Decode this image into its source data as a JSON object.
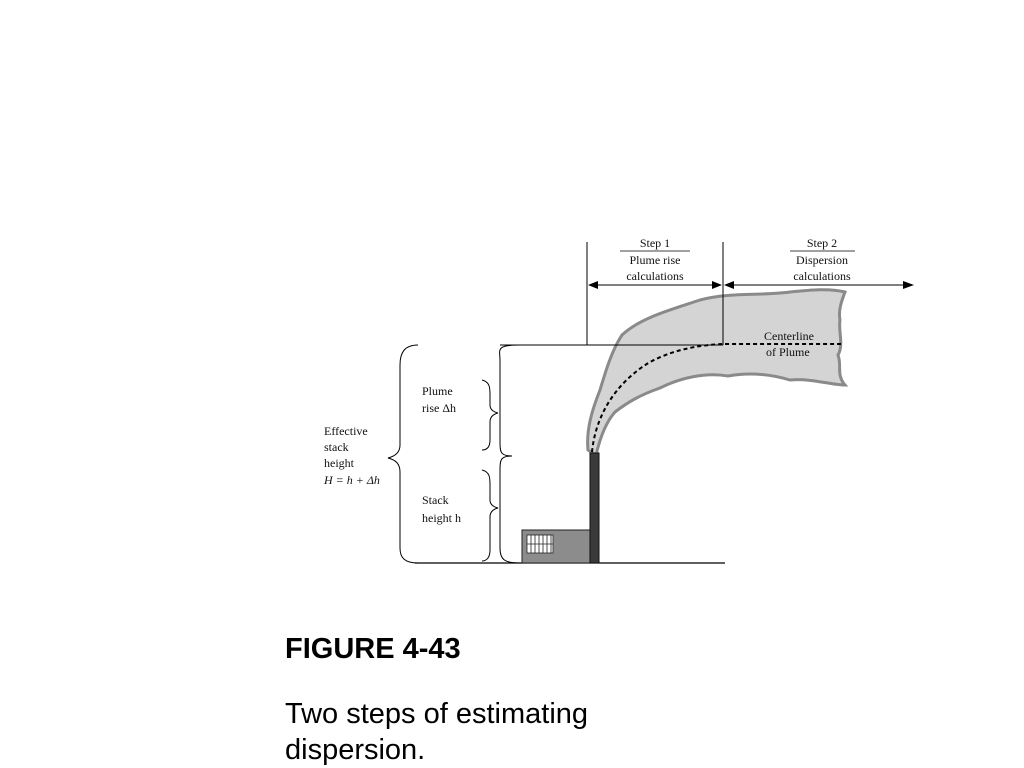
{
  "diagram": {
    "step1": {
      "title": "Step 1",
      "line1": "Plume rise",
      "line2": "calculations"
    },
    "step2": {
      "title": "Step 2",
      "line1": "Dispersion",
      "line2": "calculations"
    },
    "centerline": {
      "line1": "Centerline",
      "line2": "of Plume"
    },
    "plume_rise": {
      "line1": "Plume",
      "line2": "rise Δh"
    },
    "stack_height": {
      "line1": "Stack",
      "line2": "height h"
    },
    "effective": {
      "line1": "Effective",
      "line2": "stack",
      "line3": "height",
      "line4": "H = h + Δh"
    },
    "colors": {
      "plume_fill": "#d4d4d4",
      "plume_edge": "#8a8a8a",
      "building": "#8c8c8c",
      "stack": "#3a3a3a"
    }
  },
  "caption": {
    "figure": "FIGURE 4-43",
    "text": "Two steps of estimating dispersion."
  }
}
